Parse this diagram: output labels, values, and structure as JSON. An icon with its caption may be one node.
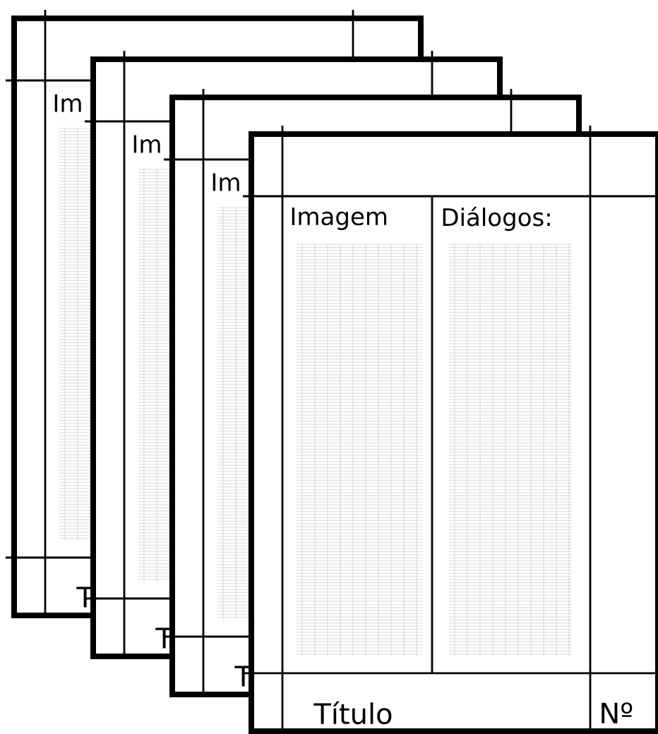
{
  "diagram": {
    "labels": [
      "Im",
      "Im",
      "Im",
      "Imagem",
      "Diálogos:",
      "T",
      "T",
      "T",
      "Título",
      "Nº"
    ]
  }
}
